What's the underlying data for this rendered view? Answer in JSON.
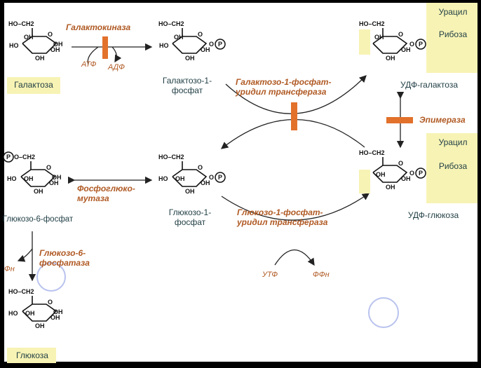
{
  "labels": {
    "galactose": "Галактоза",
    "galactose_1p": "Галактозо-1-\nфосфат",
    "udp_galactose": "УДФ-галактоза",
    "glucose_6p": "Глюкозо-6-фосфат",
    "glucose_1p": "Глюкозо-1-\nфосфат",
    "udp_glucose": "УДФ-глюкоза",
    "glucose": "Глюкоза"
  },
  "enzymes": {
    "galactokinase": "Галактокиназа",
    "gal1p_uridyltransferase": "Галактозо-1-фосфат-\nуридил трансфераза",
    "epimerase": "Эпимераза",
    "phosphoglucomutase": "Фосфоглюко-\nмутаза",
    "glc1p_uridyltransferase": "Глюкозо-1-фосфат-\nуридил трансфераза",
    "glc6_phosphatase": "Глюкозо-6-\nфосфатаза"
  },
  "cofactors": {
    "atp": "АТФ",
    "adp": "АДФ",
    "utp": "УТФ",
    "ppi": "ФФн",
    "pi": "Фн"
  },
  "nucleotide": {
    "uracil": "Урацил",
    "ribose": "Рибоза"
  },
  "atoms": {
    "ho_ch2": "HO–CH2",
    "p_och2": "O–CH2",
    "ho": "HO",
    "oh": "OH",
    "o": "O",
    "p": "P"
  },
  "colors": {
    "background": "#ffffff",
    "highlight": "#f7f3b4",
    "enzyme_text": "#b05a24",
    "inhibitor_bar": "#e2712b",
    "label_text": "#1f3d44"
  }
}
